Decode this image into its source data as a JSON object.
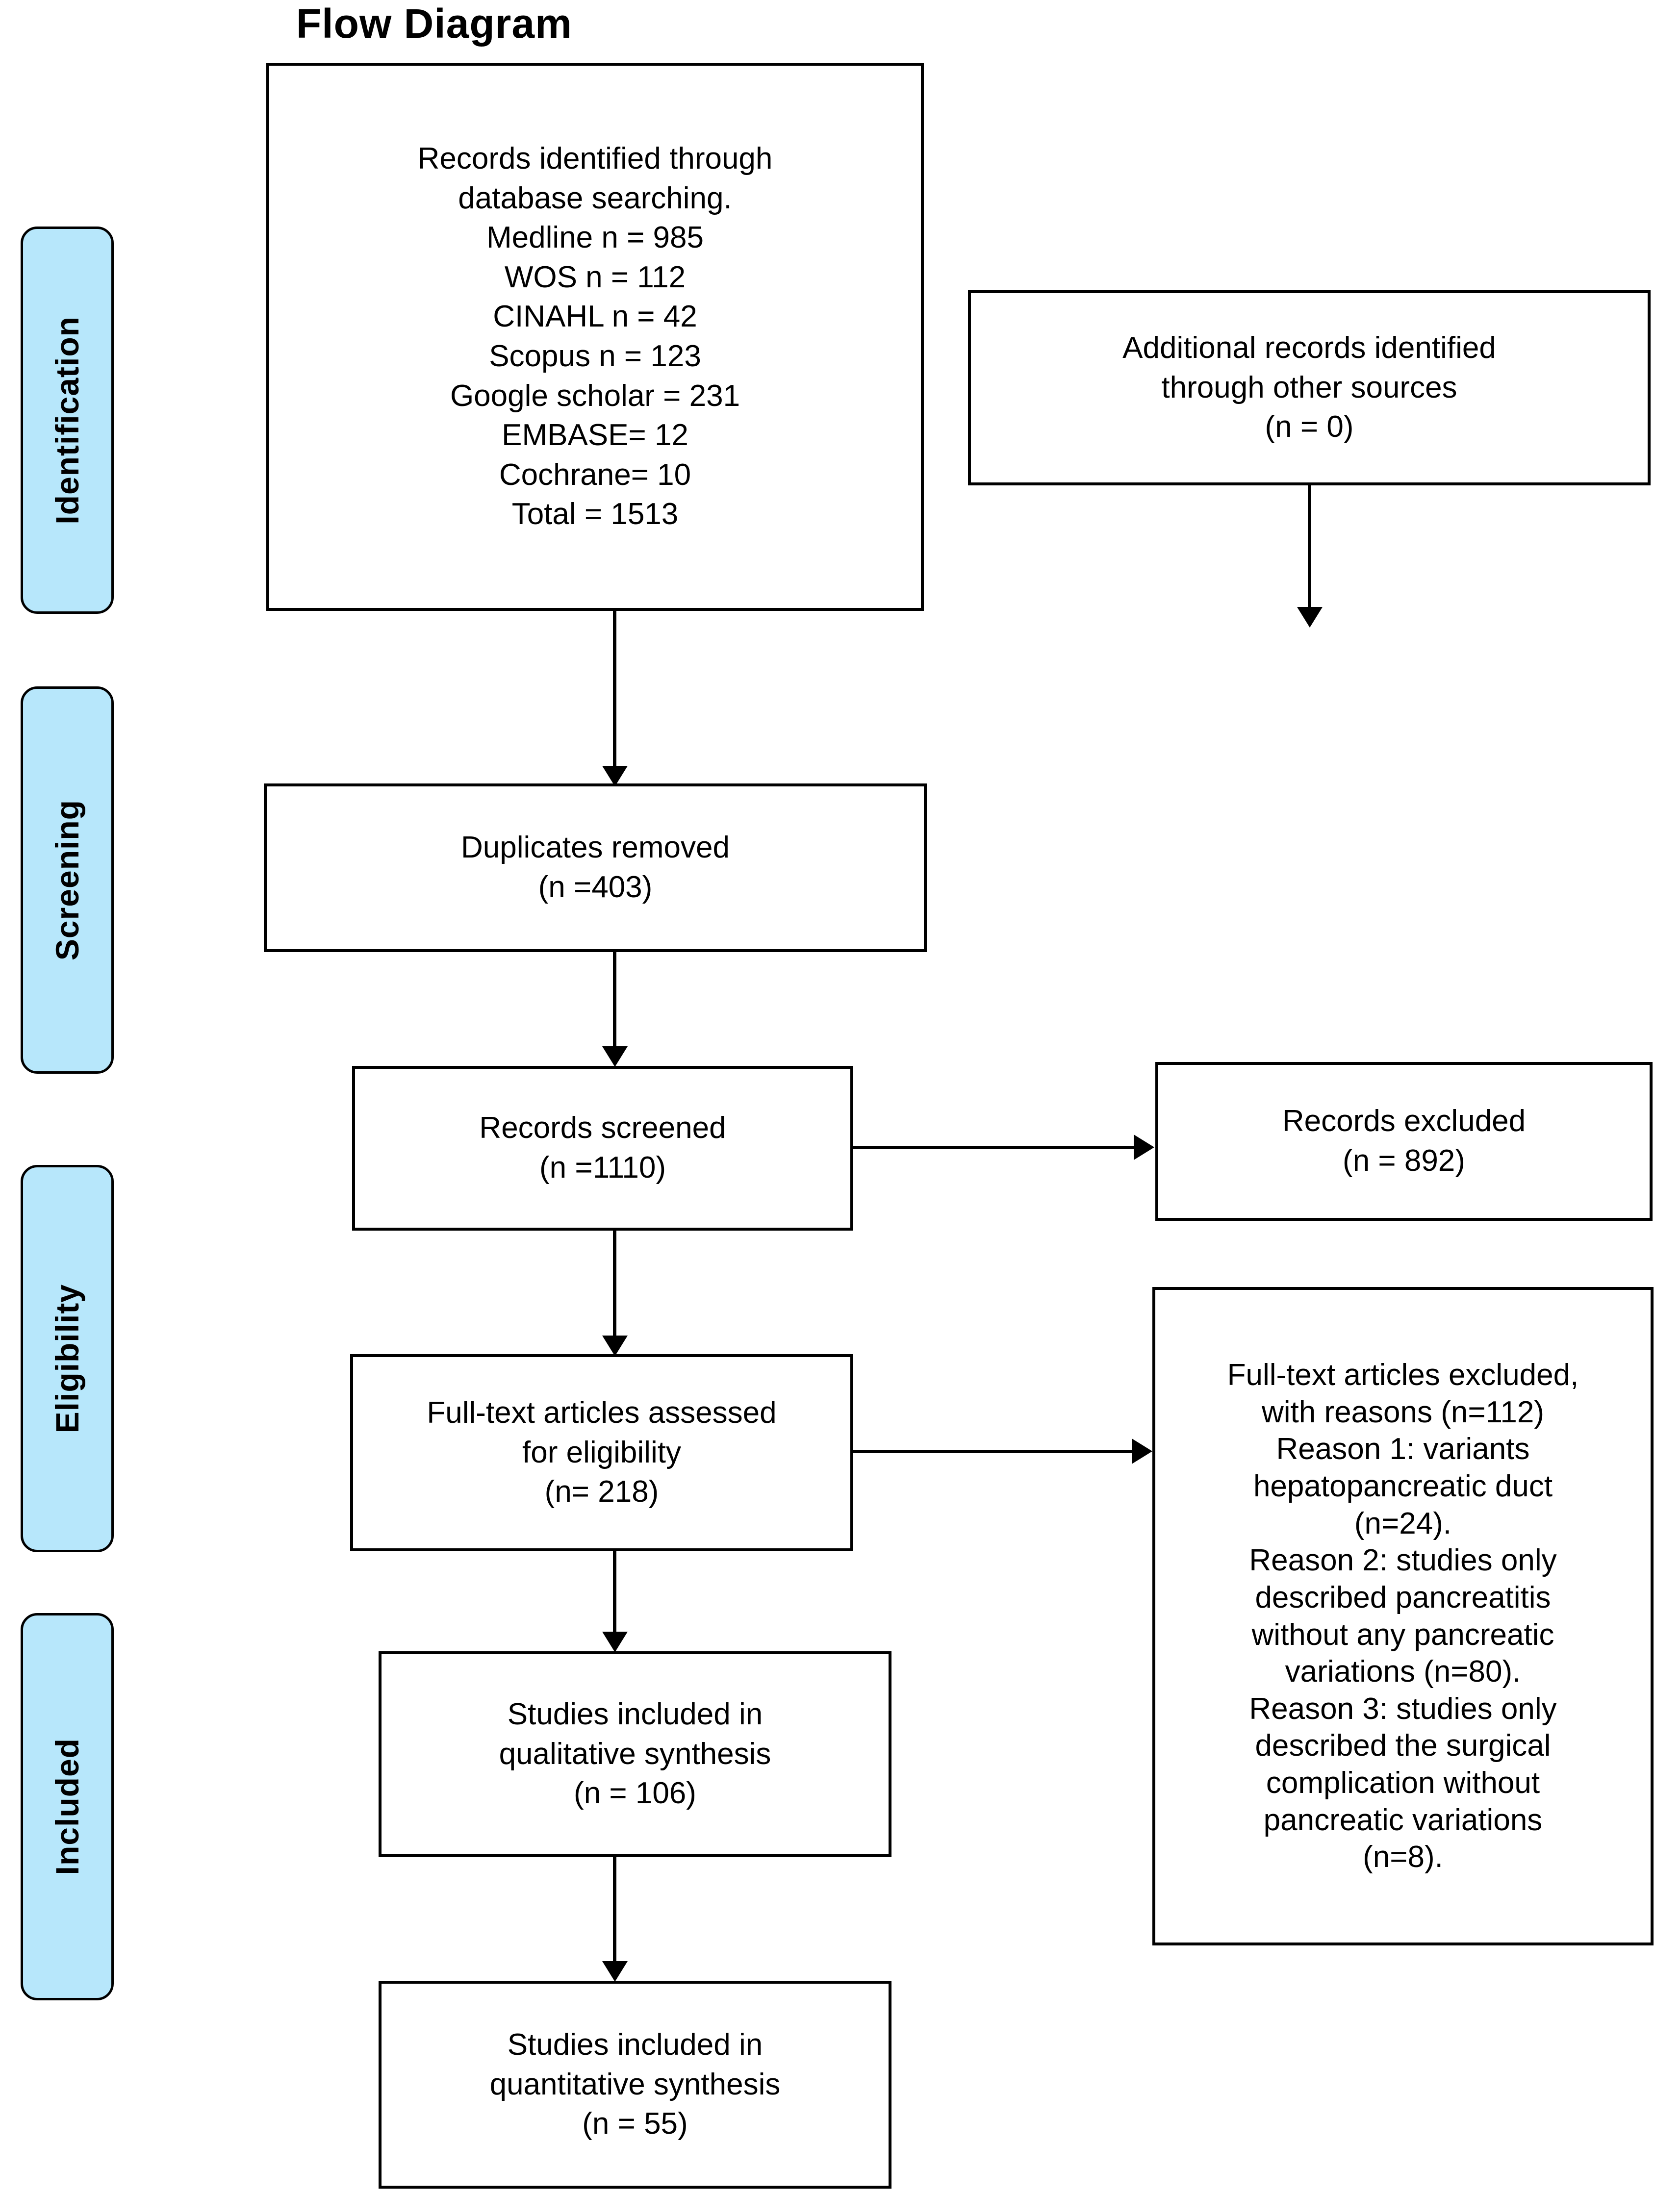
{
  "title": "Flow Diagram",
  "colors": {
    "stage_fill": "#b7e7fb",
    "stroke": "#000000",
    "background": "#ffffff"
  },
  "stages": [
    {
      "label": "Identification"
    },
    {
      "label": "Screening"
    },
    {
      "label": "Eligibility"
    },
    {
      "label": "Included"
    }
  ],
  "chart_data": {
    "type": "flowchart",
    "title": "Flow Diagram",
    "nodes": [
      {
        "id": "identified",
        "stage": "Identification",
        "n": 1513,
        "column": "left"
      },
      {
        "id": "additional",
        "stage": "Identification",
        "n": 0,
        "column": "right"
      },
      {
        "id": "duplicates",
        "stage": "Screening",
        "n": 403,
        "column": "left"
      },
      {
        "id": "screened",
        "stage": "Screening",
        "n": 1110,
        "column": "left"
      },
      {
        "id": "excluded",
        "stage": "Screening",
        "n": 892,
        "column": "right"
      },
      {
        "id": "fulltext",
        "stage": "Eligibility",
        "n": 218,
        "column": "left"
      },
      {
        "id": "fulltext_excl",
        "stage": "Eligibility",
        "n": 112,
        "column": "right"
      },
      {
        "id": "qualitative",
        "stage": "Included",
        "n": 106,
        "column": "left"
      },
      {
        "id": "quantitative",
        "stage": "Included",
        "n": 55,
        "column": "left"
      }
    ],
    "sources": [
      {
        "name": "Medline",
        "n": 985
      },
      {
        "name": "WOS",
        "n": 112
      },
      {
        "name": "CINAHL",
        "n": 42
      },
      {
        "name": "Scopus",
        "n": 123
      },
      {
        "name": "Google scholar",
        "n": 231
      },
      {
        "name": "EMBASE",
        "n": 12
      },
      {
        "name": "Cochrane",
        "n": 10
      },
      {
        "name": "Total",
        "n": 1513
      }
    ],
    "exclusion_reasons": [
      {
        "reason": "Reason 1: variants hepatopancreatic duct",
        "n": 24
      },
      {
        "reason": "Reason 2: studies only described pancreatitis without any pancreatic variations",
        "n": 80
      },
      {
        "reason": "Reason 3: studies only described the surgical complication without pancreatic variations",
        "n": 8
      }
    ],
    "edges": [
      {
        "from": "identified",
        "to": "duplicates",
        "direction": "down"
      },
      {
        "from": "additional",
        "to": "duplicates",
        "direction": "down"
      },
      {
        "from": "duplicates",
        "to": "screened",
        "direction": "down"
      },
      {
        "from": "screened",
        "to": "excluded",
        "direction": "right"
      },
      {
        "from": "screened",
        "to": "fulltext",
        "direction": "down"
      },
      {
        "from": "fulltext",
        "to": "fulltext_excl",
        "direction": "right"
      },
      {
        "from": "fulltext",
        "to": "qualitative",
        "direction": "down"
      },
      {
        "from": "qualitative",
        "to": "quantitative",
        "direction": "down"
      }
    ]
  },
  "boxes": {
    "identified": "Records identified through\ndatabase searching.\nMedline n = 985\nWOS n = 112\nCINAHL n = 42\nScopus n = 123\nGoogle scholar = 231\nEMBASE= 12\nCochrane= 10\nTotal = 1513",
    "additional": "Additional records identified\nthrough other sources\n(n = 0)",
    "duplicates": "Duplicates removed\n(n =403)",
    "screened": "Records screened\n(n =1110)",
    "excluded": "Records excluded\n(n = 892)",
    "fulltext": "Full-text articles assessed\nfor eligibility\n(n= 218)",
    "fulltext_excluded": "Full-text articles excluded,\nwith reasons (n=112)\nReason 1: variants\nhepatopancreatic duct\n(n=24).\nReason 2: studies only\ndescribed pancreatitis\nwithout any pancreatic\nvariations (n=80).\nReason 3: studies only\ndescribed the surgical\ncomplication without\npancreatic variations\n(n=8).",
    "qualitative": "Studies included in\nqualitative synthesis\n(n = 106)",
    "quantitative": "Studies included in\nquantitative synthesis\n(n = 55)"
  }
}
